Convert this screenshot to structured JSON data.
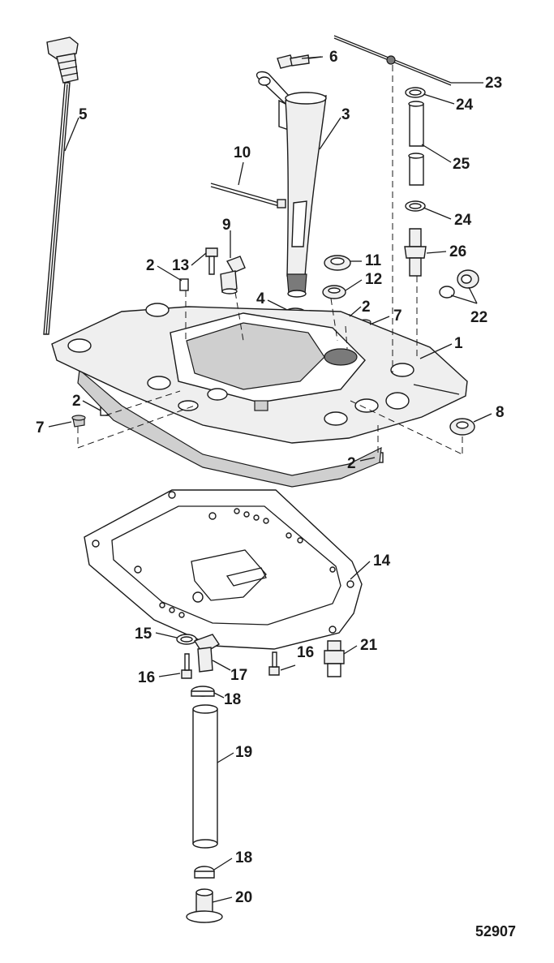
{
  "figure_number": "52907",
  "callouts": {
    "c1": "1",
    "c2a": "2",
    "c2b": "2",
    "c2c": "2",
    "c2d": "2",
    "c3": "3",
    "c4": "4",
    "c5": "5",
    "c6": "6",
    "c7a": "7",
    "c7b": "7",
    "c8": "8",
    "c9": "9",
    "c10": "10",
    "c11": "11",
    "c12": "12",
    "c13": "13",
    "c14": "14",
    "c15": "15",
    "c16a": "16",
    "c16b": "16",
    "c17": "17",
    "c18a": "18",
    "c18b": "18",
    "c19": "19",
    "c20": "20",
    "c21": "21",
    "c22": "22",
    "c23": "23",
    "c24a": "24",
    "c24b": "24",
    "c25": "25",
    "c26": "26"
  }
}
